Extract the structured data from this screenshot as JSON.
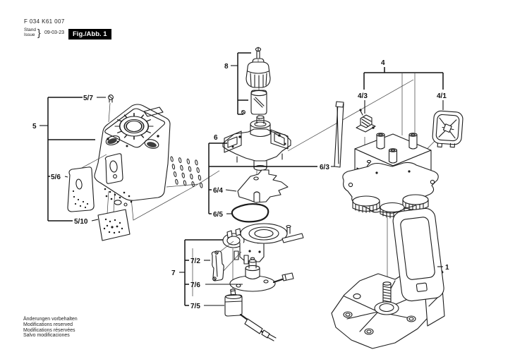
{
  "header": {
    "part_number": "F 034 K61 007",
    "stand_label": "Stand",
    "issue_label": "Issue",
    "brace": "}",
    "date": "09-03-23",
    "figure_label": "Fig./Abb. 1"
  },
  "footer": {
    "line1": "Änderungen vorbehalten",
    "line2": "Modifications reserved",
    "line3": "Modifications réservées",
    "line4": "Salvo modificaciones"
  },
  "diagram": {
    "callouts": {
      "k5_7": "5/7",
      "k5": "5",
      "k5_6": "5/6",
      "k5_10": "5/10",
      "k8": "8",
      "k6": "6",
      "k6_3": "6/3",
      "k6_4": "6/4",
      "k6_5": "6/5",
      "k7": "7",
      "k7_2": "7/2",
      "k7_6": "7/6",
      "k7_5": "7/5",
      "k4": "4",
      "k4_3": "4/3",
      "k4_1": "4/1",
      "k1": "1"
    }
  },
  "colors": {
    "background": "#ffffff",
    "line": "#1c1c1c",
    "badge_bg": "#000000",
    "badge_text": "#ffffff"
  }
}
